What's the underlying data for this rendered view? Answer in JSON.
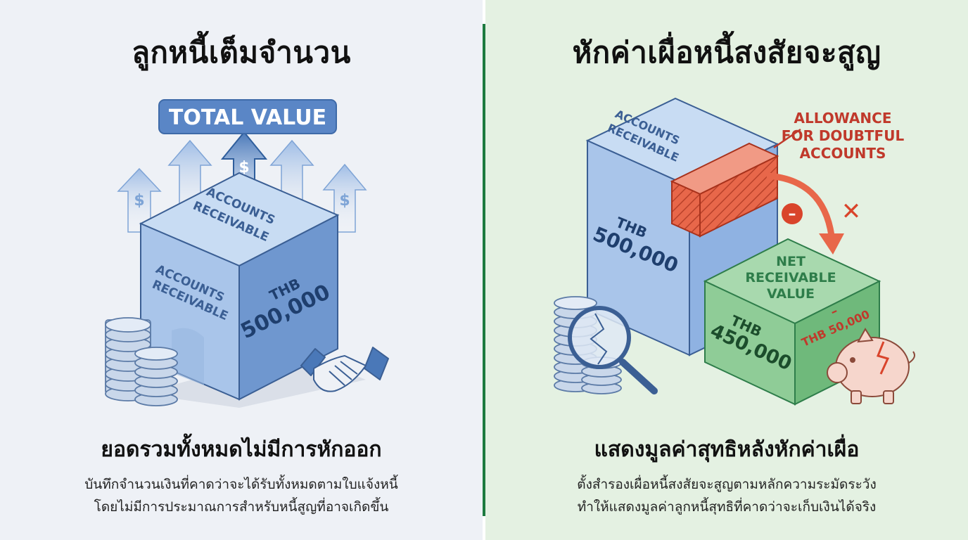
{
  "left": {
    "title": "ลูกหนี้เต็มจำนวน",
    "badge": "TOTAL VALUE",
    "cube_top_label_1": "ACCOUNTS",
    "cube_top_label_2": "RECEIVABLE",
    "cube_front_label_1": "ACCOUNTS",
    "cube_front_label_2": "RECEIVABLE",
    "cube_side_label_1": "THB",
    "cube_side_label_2": "500,000",
    "dollar_sign": "$",
    "subtitle": "ยอดรวมทั้งหมดไม่มีการหักออก",
    "description_1": "บันทึกจำนวนเงินที่คาดว่าจะได้รับทั้งหมดตามใบแจ้งหนี้",
    "description_2": "โดยไม่มีการประมาณการสำหรับหนี้สูญที่อาจเกิดขึ้น"
  },
  "right": {
    "title": "หักค่าเผื่อหนี้สงสัยจะสูญ",
    "ar_label_1": "ACCOUNTS",
    "ar_label_2": "RECEIVABLE",
    "ar_value_1": "THB",
    "ar_value_2": "500,000",
    "allowance_1": "ALLOWANCE",
    "allowance_2": "FOR DOUBTFUL",
    "allowance_3": "ACCOUNTS",
    "net_1": "NET",
    "net_2": "RECEIVABLE",
    "net_3": "VALUE",
    "net_value_1": "THB",
    "net_value_2": "450,000",
    "deduction_dash": "–",
    "deduction": "THB 50,000",
    "minus_sign": "–",
    "cross": "✕",
    "subtitle": "แสดงมูลค่าสุทธิหลังหักค่าเผื่อ",
    "description_1": "ตั้งสำรองเผื่อหนี้สงสัยจะสูญตามหลักความระมัดระวัง",
    "description_2": "ทำให้แสดงมูลค่าลูกหนี้สุทธิที่คาดว่าจะเก็บเงินได้จริง"
  },
  "colors": {
    "left_bg": "#eef1f6",
    "right_bg": "#e4f1e2",
    "divider": "#1d7a3f",
    "blue_cube": "#a9c5ea",
    "green_cube": "#7fc28a",
    "allowance_red": "#e8674a",
    "label_red": "#c0392b",
    "label_green": "#2e7d4a"
  }
}
